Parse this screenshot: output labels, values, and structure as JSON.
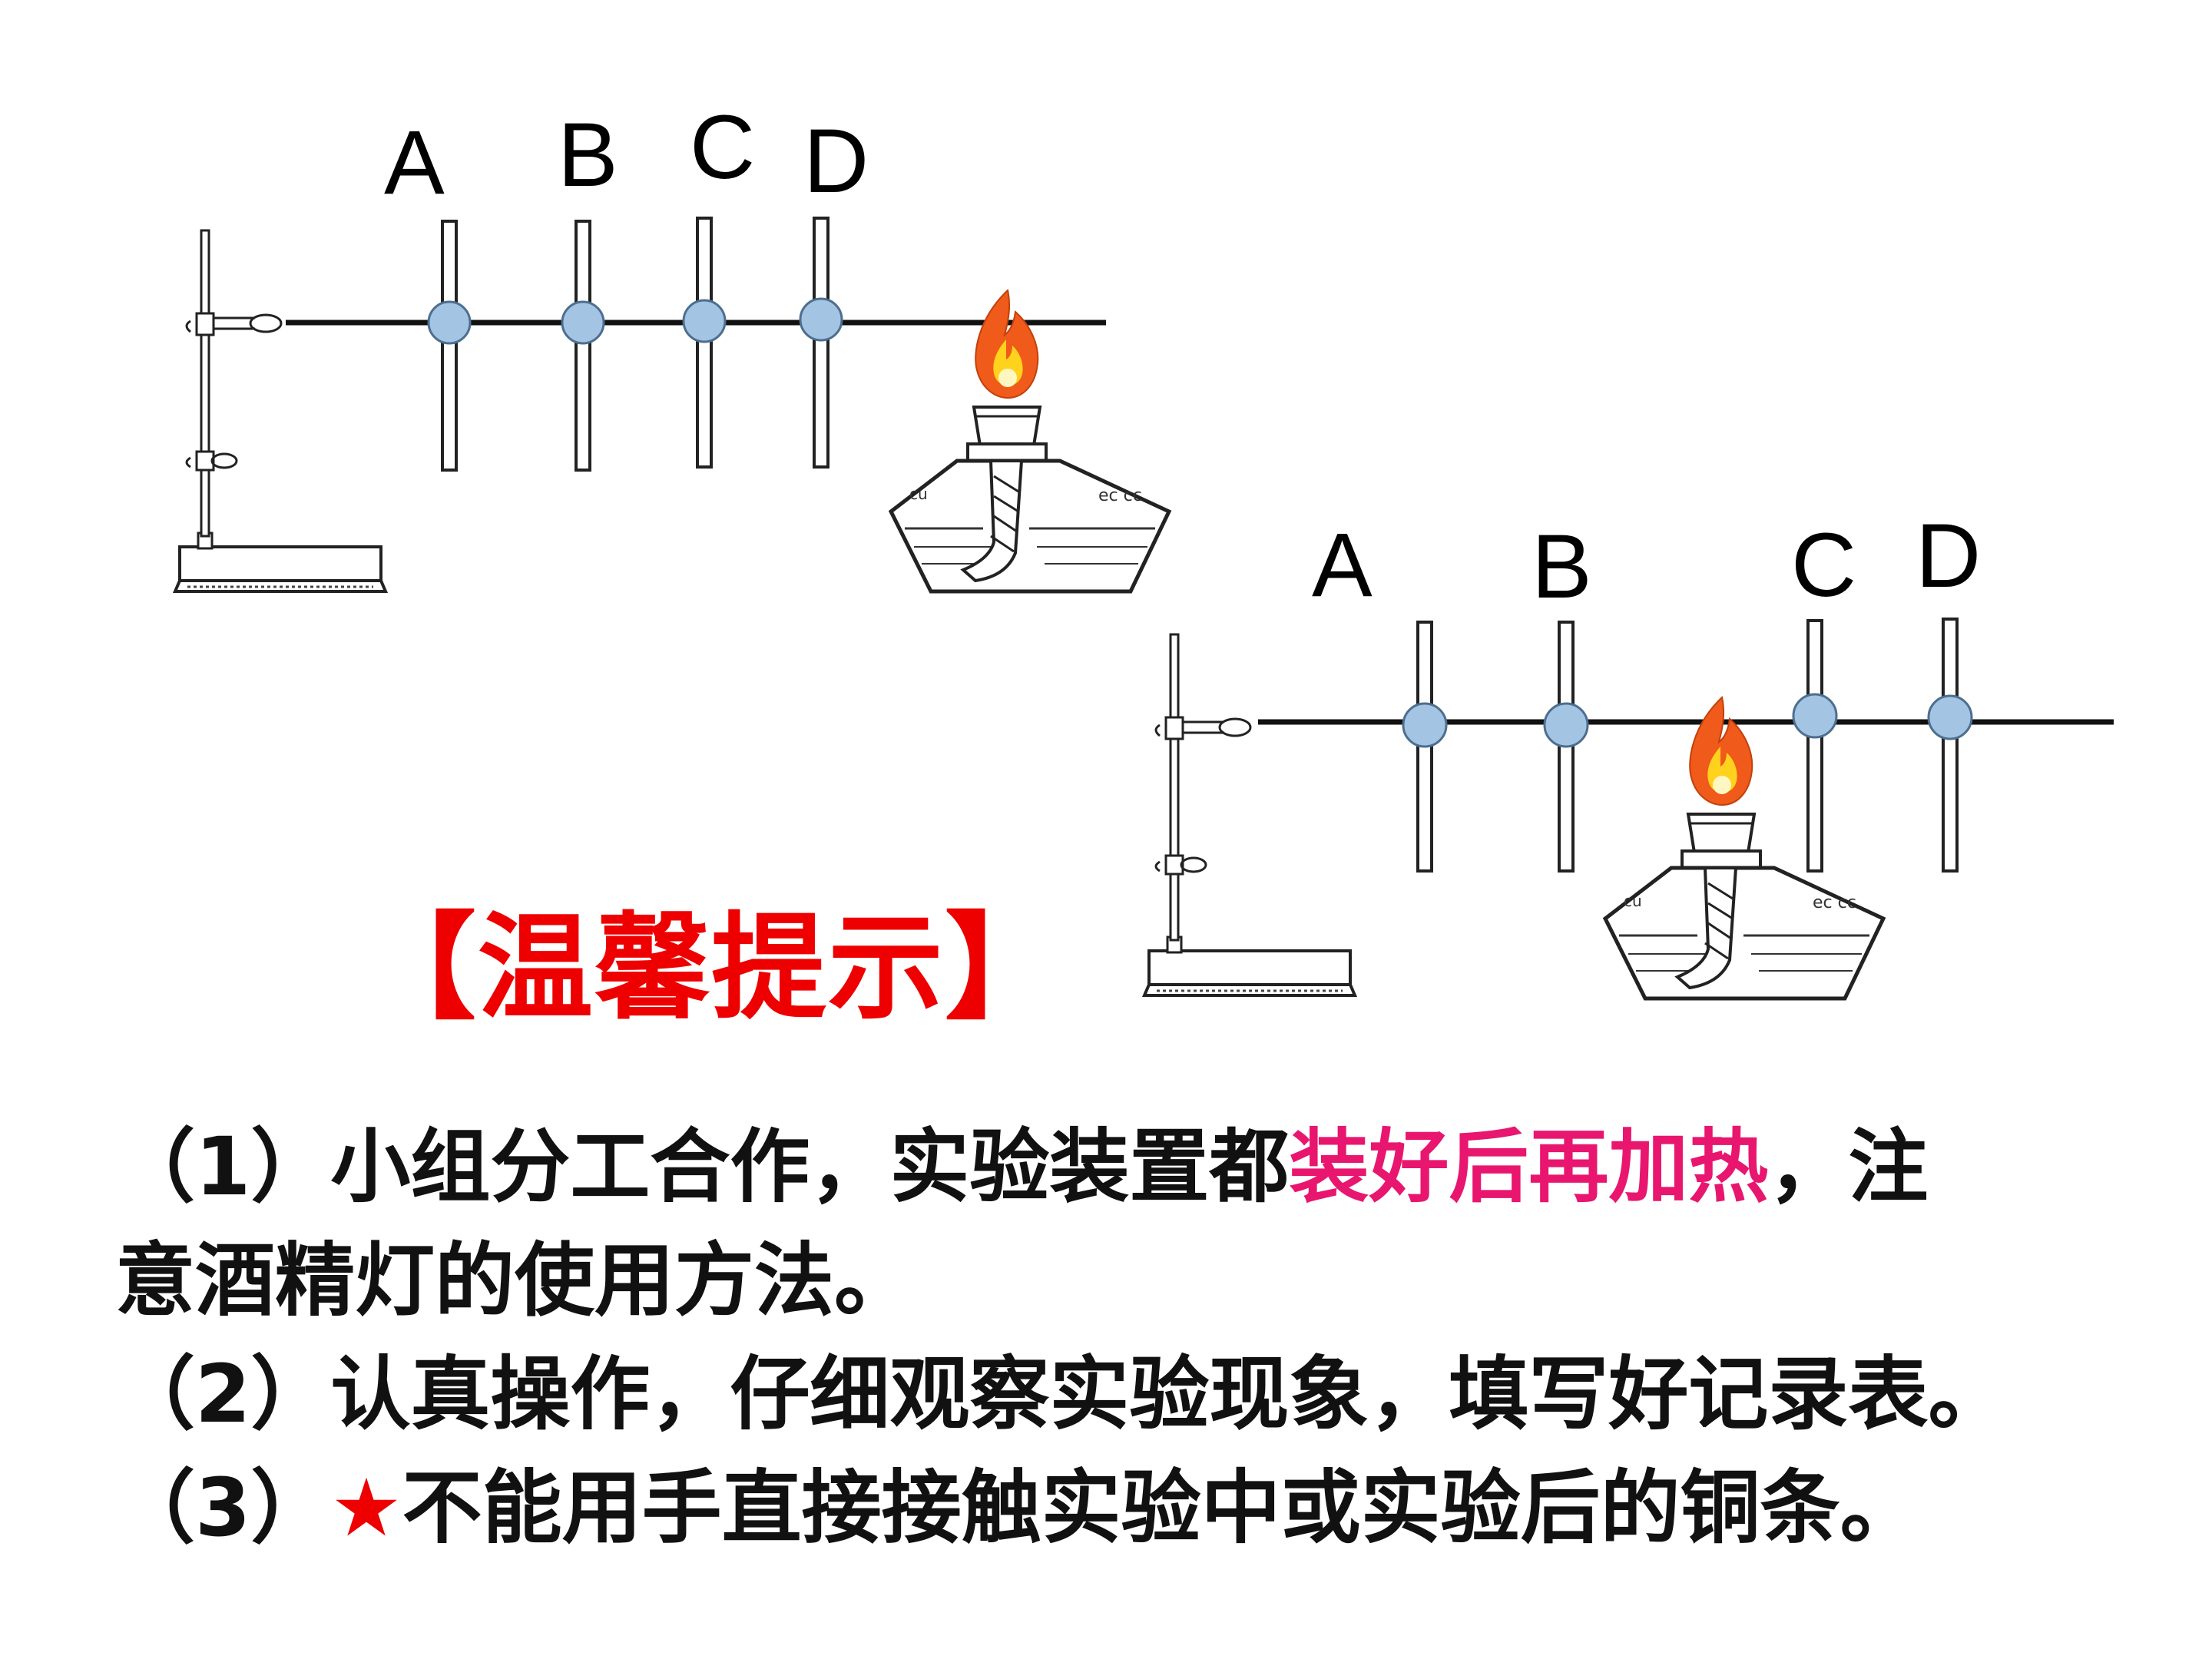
{
  "setup1": {
    "labels": [
      "A",
      "B",
      "C",
      "D"
    ]
  },
  "setup2": {
    "labels": [
      "A",
      "B",
      "C",
      "D"
    ]
  },
  "tips": {
    "title": "【温馨提示】",
    "item1_part1": "（1）小组分工合作，实验装置都",
    "item1_highlight": "装好后再加热",
    "item1_part2": "，注",
    "item1_cont": "意酒精灯的使用方法。",
    "item2": "（2）认真操作，仔细观察实验现象，填写好记录表。",
    "item3_prefix": "（3）",
    "item3_star": "★",
    "item3_text": "不能用手直接接触实验中或实验后的铜条。"
  },
  "colors": {
    "dot_fill": "#a4c4e4",
    "title_red": "#ee0000",
    "highlight_pink": "#e8166e",
    "flame_orange": "#f05a1a",
    "flame_yellow": "#ffd21e"
  }
}
